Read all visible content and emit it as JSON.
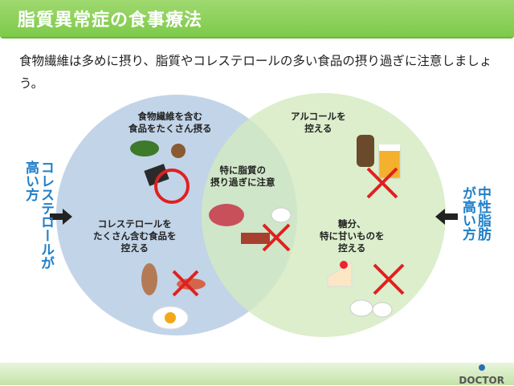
{
  "header": {
    "title": "脂質異常症の食事療法"
  },
  "intro": "食物繊維は多めに摂り、脂質やコレステロールの多い食品の摂り過ぎに注意しましょう。",
  "left_side": "コレステロールが高い方",
  "right_side": "中性脂肪が高い方",
  "labels": {
    "fiber": "食物繊維を含む\n食品をたくさん摂る",
    "cholesterol": "コレステロールを\nたくさん含む食品を\n控える",
    "fat": "特に脂質の\n摂り過ぎに注意",
    "alcohol": "アルコールを\n控える",
    "sugar": "糖分、\n特に甘いものを\n控える"
  },
  "colors": {
    "header": "#7dcb4a",
    "left_circle": "#bcd0e6",
    "right_circle": "#d6ebc4",
    "accent_text": "#1f7fc8",
    "mark": "#e02020"
  },
  "logo": "DOCTOR"
}
